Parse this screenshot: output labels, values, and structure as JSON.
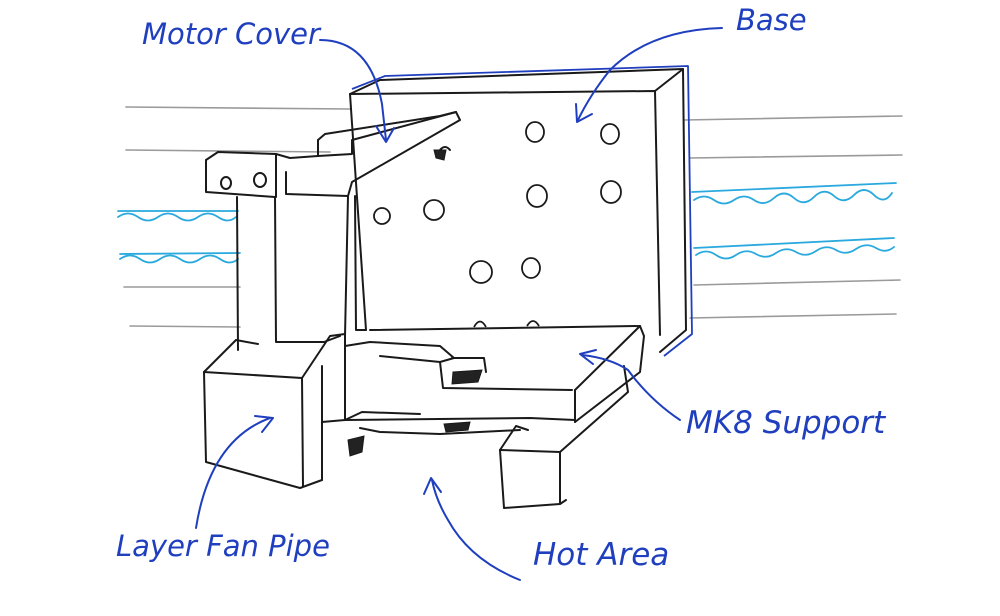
{
  "labels": {
    "motor_cover": "Motor Cover",
    "base": "Base",
    "mk8_support": "MK8 Support",
    "layer_fan_pipe": "Layer Fan Pipe",
    "hot_area": "Hot Area"
  },
  "colors": {
    "ink": "#1a1a1a",
    "annotation": "#1f3fbf",
    "rails": "#9a9a9a",
    "belt": "#29a9dd",
    "background": "#ffffff"
  }
}
